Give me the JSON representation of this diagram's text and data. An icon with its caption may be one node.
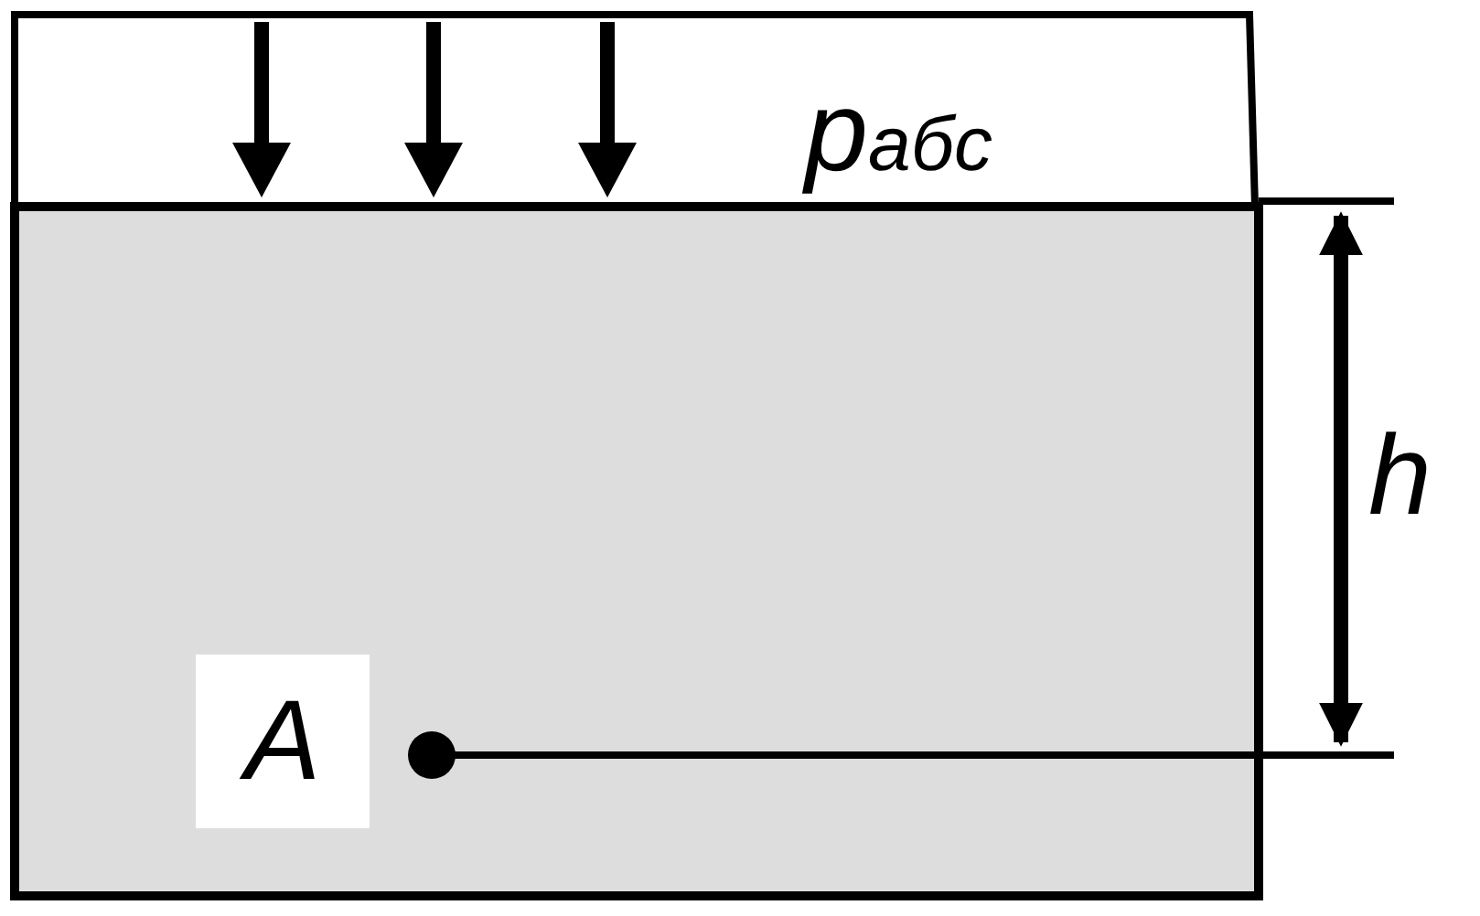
{
  "diagram": {
    "labels": [
      "p$_{абс}$",
      "h",
      "A"
    ]
  }
}
